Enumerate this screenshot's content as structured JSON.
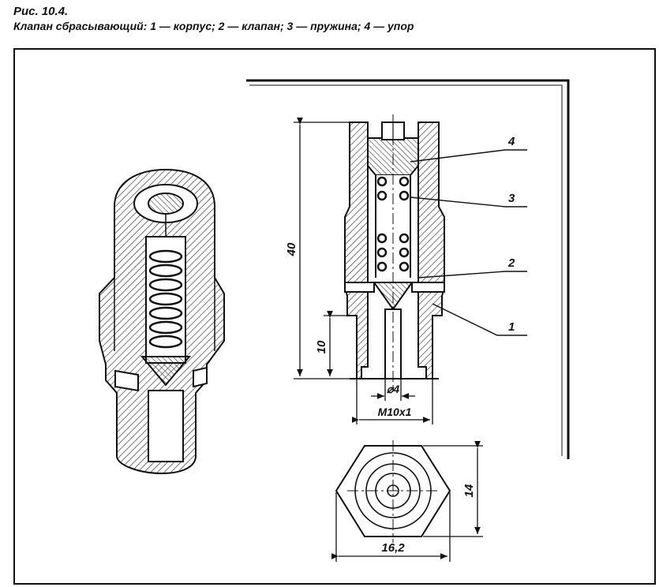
{
  "figure": {
    "number": "Рис. 10.4.",
    "caption": "Клапан сбрасывающий: 1 — корпус; 2 — клапан; 3 — пружина; 4 — упор"
  },
  "callouts": [
    "1",
    "2",
    "3",
    "4"
  ],
  "dimensions": {
    "length_total": "40",
    "length_thread": "10",
    "bore": "⌀4",
    "thread": "M10x1",
    "hex_across_flats": "14",
    "hex_across_corners": "16,2"
  }
}
